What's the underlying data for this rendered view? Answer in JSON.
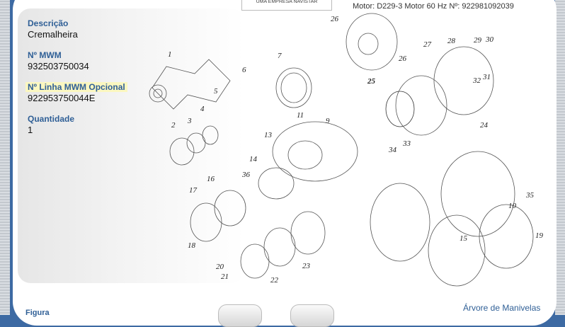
{
  "details": {
    "descricao_label": "Descrição",
    "descricao": "Cremalheira",
    "mwm_label": "Nº MWM",
    "mwm": "932503750034",
    "opcional_label": "Nº Linha MWM Opcional",
    "opcional": "922953750044E",
    "quantidade_label": "Quantidade",
    "quantidade": "1"
  },
  "logo_text": "UMA EMPRESA NAVISTAR",
  "motor_info": "Motor: D229-3 Motor 60 Hz   Nº: 922981092039",
  "figure_label": "Figura",
  "diagram_caption": "Árvore de Manivelas",
  "highlighted_part": "25",
  "part_numbers": [
    "1",
    "2",
    "3",
    "4",
    "5",
    "6",
    "7",
    "9",
    "10",
    "11",
    "13",
    "14",
    "15",
    "16",
    "17",
    "18",
    "19",
    "20",
    "21",
    "22",
    "23",
    "24",
    "26",
    "27",
    "28",
    "29",
    "30",
    "31",
    "32",
    "33",
    "34",
    "35",
    "36"
  ],
  "accent_color": "#2f5f96"
}
